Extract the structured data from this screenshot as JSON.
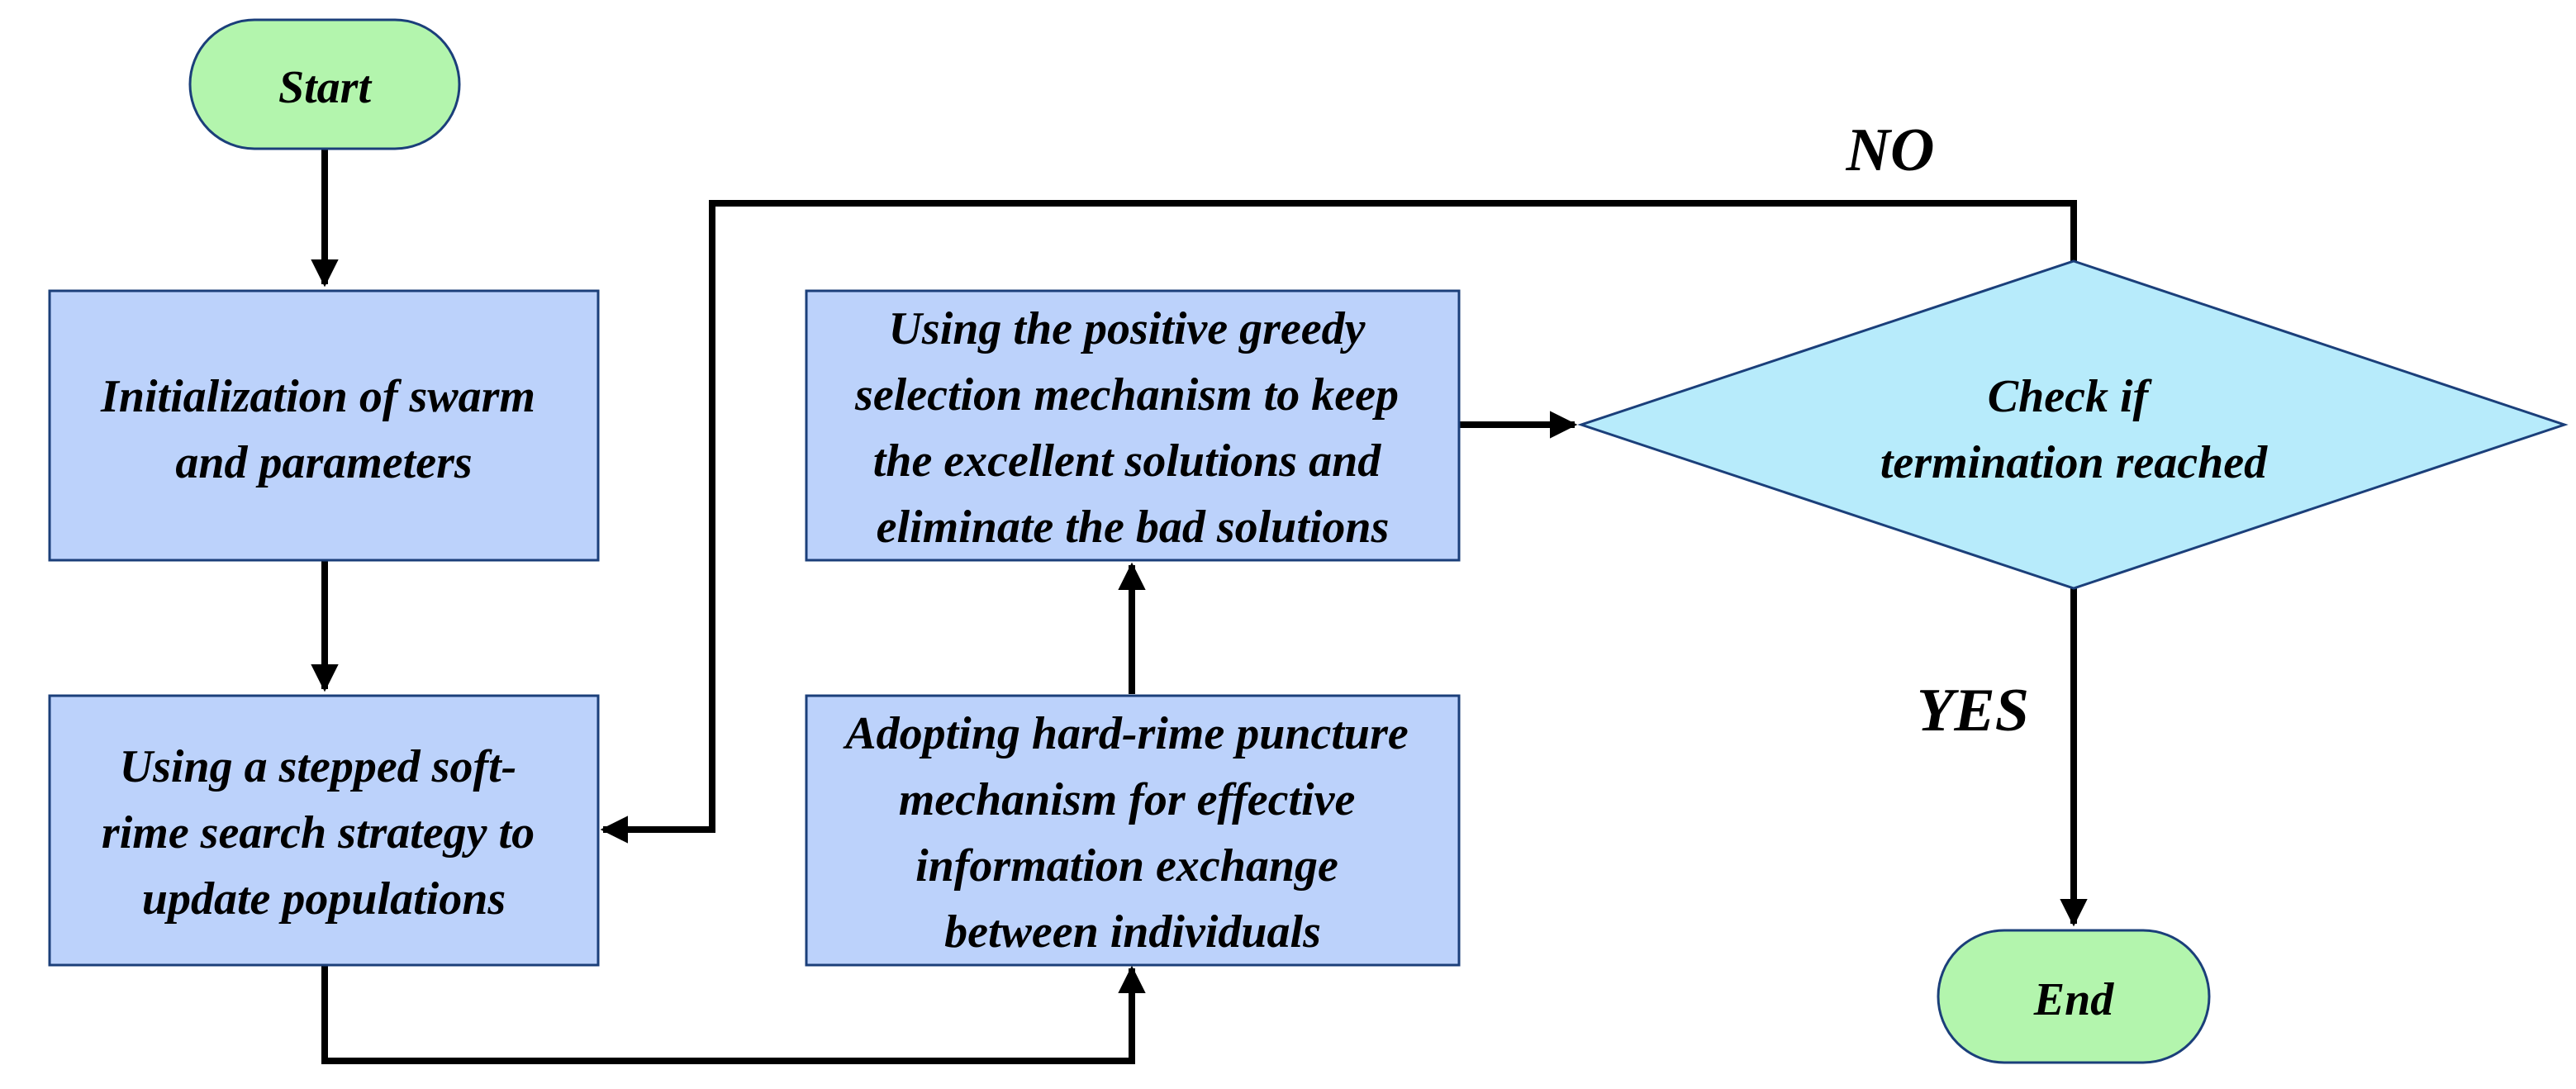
{
  "colors": {
    "terminal_fill": "#b3f5ad",
    "terminal_stroke": "#1b3f7a",
    "process_fill": "#bcd2fb",
    "process_stroke": "#1b3f7a",
    "decision_fill": "#b7ebfb",
    "decision_stroke": "#1b3f7a",
    "arrow": "#000000"
  },
  "nodes": {
    "start": {
      "label": "Start",
      "shape": "terminal"
    },
    "init": {
      "lines": [
        "Initialization of swarm",
        "and parameters"
      ],
      "shape": "process"
    },
    "soft_rime": {
      "lines": [
        "Using a stepped soft-",
        "rime search strategy to",
        "update populations"
      ],
      "shape": "process"
    },
    "hard_rime": {
      "lines": [
        "Adopting hard-rime puncture",
        "mechanism for effective",
        "information exchange",
        "between individuals"
      ],
      "shape": "process"
    },
    "greedy": {
      "lines": [
        "Using the positive greedy",
        "selection mechanism to keep",
        "the excellent solutions and",
        "eliminate the bad solutions"
      ],
      "shape": "process"
    },
    "check": {
      "lines": [
        "Check if",
        "termination reached"
      ],
      "shape": "decision"
    },
    "end": {
      "label": "End",
      "shape": "terminal"
    }
  },
  "edges": {
    "no_label": "NO",
    "yes_label": "YES"
  }
}
